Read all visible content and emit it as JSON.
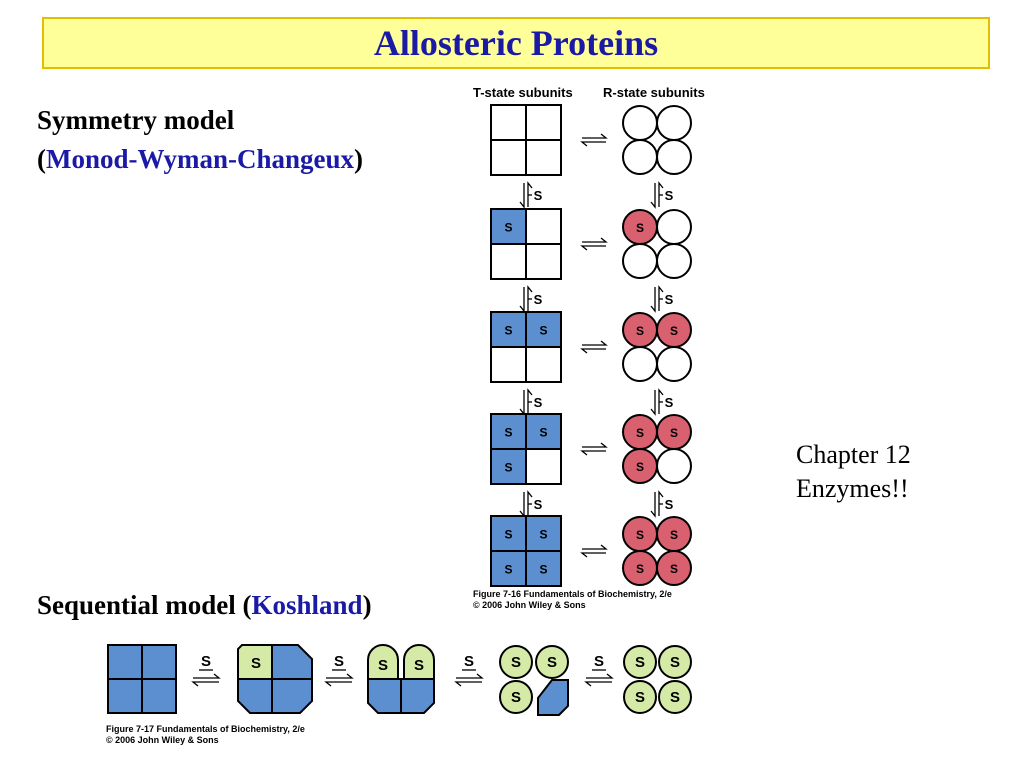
{
  "slide": {
    "title": "Allosteric Proteins",
    "symmetry_heading": "Symmetry model",
    "symmetry_paren_open": "(",
    "symmetry_name": "Monod-Wyman-Changeux",
    "symmetry_paren_close": ")",
    "sequential_heading": "Sequential model (",
    "sequential_name": "Koshland",
    "sequential_paren_close": ")",
    "side_line1": "Chapter 12",
    "side_line2": "Enzymes!!"
  },
  "figure_7_16": {
    "t_label": "T-state subunits",
    "r_label": "R-state subunits",
    "substrate": "S",
    "caption_line1": "Figure 7-16  Fundamentals of Biochemistry, 2/e",
    "caption_line2": "© 2006 John Wiley & Sons",
    "rows": [
      {
        "t_bound": [
          false,
          false,
          false,
          false
        ],
        "r_bound": [
          false,
          false,
          false,
          false
        ]
      },
      {
        "t_bound": [
          true,
          false,
          false,
          false
        ],
        "r_bound": [
          true,
          false,
          false,
          false
        ]
      },
      {
        "t_bound": [
          true,
          true,
          false,
          false
        ],
        "r_bound": [
          true,
          true,
          false,
          false
        ]
      },
      {
        "t_bound": [
          true,
          true,
          true,
          false
        ],
        "r_bound": [
          true,
          true,
          true,
          false
        ]
      },
      {
        "t_bound": [
          true,
          true,
          true,
          true
        ],
        "r_bound": [
          true,
          true,
          true,
          true
        ]
      }
    ]
  },
  "figure_7_17": {
    "substrate": "S",
    "caption_line1": "Figure 7-17  Fundamentals of Biochemistry, 2/e",
    "caption_line2": "© 2006 John Wiley & Sons"
  },
  "colors": {
    "title_bg": "#ffff99",
    "title_text": "#1a1aa6",
    "t_bound": "#5b8fd0",
    "r_bound": "#d9606e",
    "seq_bound": "#d4eaa6"
  }
}
